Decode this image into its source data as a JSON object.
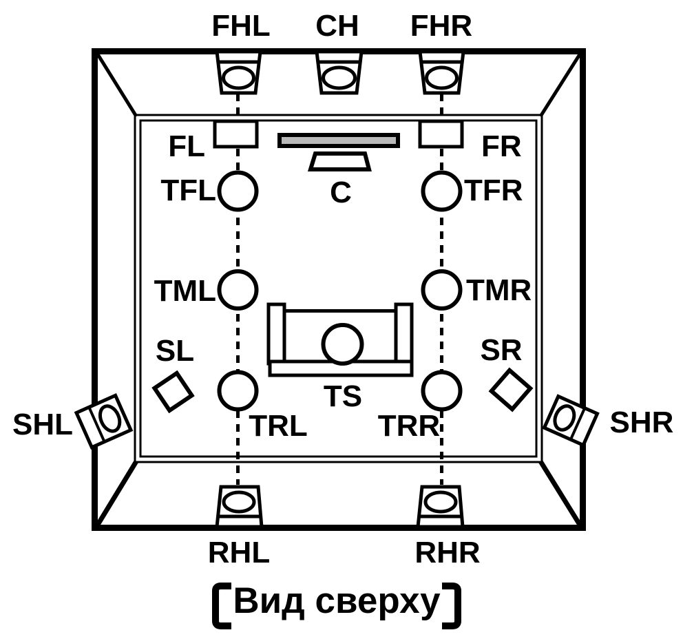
{
  "diagram": {
    "caption": {
      "bracket_left": "【",
      "text": "Вид сверху",
      "bracket_right": "】"
    },
    "labels": {
      "front_height_left": "FHL",
      "center_height": "CH",
      "front_height_right": "FHR",
      "front_left": "FL",
      "front_right": "FR",
      "center": "C",
      "top_front_left": "TFL",
      "top_front_right": "TFR",
      "top_middle_left": "TML",
      "top_middle_right": "TMR",
      "surround_left": "SL",
      "surround_right": "SR",
      "surround_height_left": "SHL",
      "surround_height_right": "SHR",
      "top_rear_left": "TRL",
      "top_rear_right": "TRR",
      "top_surround": "TS",
      "rear_height_left": "RHL",
      "rear_height_right": "RHR"
    },
    "colors": {
      "line": "#000000",
      "background": "#ffffff",
      "tv_screen_fill": "#b9b9b9"
    }
  }
}
